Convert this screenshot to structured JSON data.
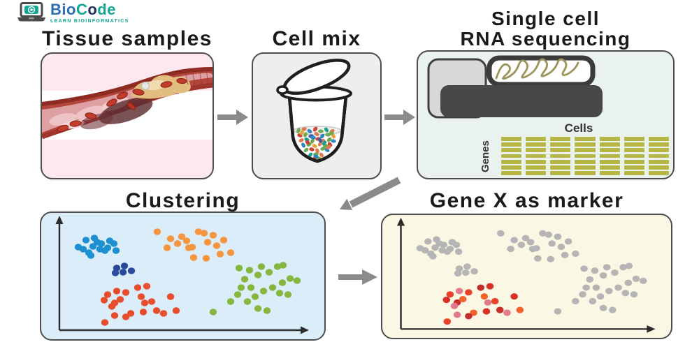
{
  "logo": {
    "brand_title": "BioCode",
    "brand_parts": [
      {
        "t": "Bi",
        "c": "#2a6cb3"
      },
      {
        "t": "o",
        "c": "#2a6cb3"
      },
      {
        "t": "C",
        "c": "#12a693"
      },
      {
        "t": "o",
        "c": "#20315f"
      },
      {
        "t": "de",
        "c": "#12a693"
      }
    ],
    "tagline": "LEARN BIOINFORMATICS"
  },
  "titles": {
    "tissue": "Tissue samples",
    "cellmix": "Cell mix",
    "rnaseq_line1": "Single cell",
    "rnaseq_line2": "RNA sequencing",
    "clustering": "Clustering",
    "genex": "Gene X as marker"
  },
  "rnaseq": {
    "cells_label": "Cells",
    "genes_label": "Genes",
    "matrix": {
      "rows": 7,
      "cols": 7,
      "bar_color": "#b6b646"
    }
  },
  "colors": {
    "panel_pink": "#fce8ee",
    "panel_gray": "#eeeeec",
    "panel_mint": "#e9f2ec",
    "panel_blue": "#dbedf8",
    "panel_cream": "#faf7e5",
    "panel_border": "#4d4d4d",
    "arrow_gray": "#8b8b8b",
    "axis_black": "#2c2c2c",
    "title_text": "#1a1a1a",
    "matrix_olive": "#b6b646",
    "dna_olive": "#9b945b"
  },
  "scatter": {
    "axis_color": "#2c2c2c",
    "clusters": [
      {
        "name": "blue",
        "color": "#1e8fd0",
        "marker": false,
        "dots": [
          [
            53,
            49
          ],
          [
            64,
            39
          ],
          [
            76,
            36
          ],
          [
            86,
            44
          ],
          [
            74,
            48
          ],
          [
            84,
            52
          ],
          [
            68,
            57
          ],
          [
            91,
            54
          ],
          [
            104,
            44
          ],
          [
            107,
            54
          ],
          [
            95,
            50
          ],
          [
            80,
            42
          ],
          [
            60,
            52
          ],
          [
            71,
            61
          ],
          [
            98,
            40
          ]
        ]
      },
      {
        "name": "navy",
        "color": "#2a4a9d",
        "marker": false,
        "dots": [
          [
            108,
            79
          ],
          [
            119,
            76
          ],
          [
            106,
            86
          ],
          [
            117,
            85
          ],
          [
            129,
            83
          ]
        ]
      },
      {
        "name": "orange",
        "color": "#f6953f",
        "marker": false,
        "dots": [
          [
            166,
            27
          ],
          [
            185,
            37
          ],
          [
            201,
            34
          ],
          [
            208,
            40
          ],
          [
            216,
            49
          ],
          [
            225,
            27
          ],
          [
            233,
            29
          ],
          [
            246,
            32
          ],
          [
            238,
            42
          ],
          [
            251,
            47
          ],
          [
            261,
            39
          ],
          [
            271,
            57
          ],
          [
            256,
            59
          ],
          [
            218,
            64
          ],
          [
            236,
            65
          ],
          [
            180,
            50
          ],
          [
            195,
            44
          ],
          [
            211,
            50
          ]
        ]
      },
      {
        "name": "red",
        "color": "#e84e2e",
        "marker": true,
        "dots": [
          [
            108,
            112
          ],
          [
            95,
            117
          ],
          [
            105,
            129
          ],
          [
            90,
            125
          ],
          [
            113,
            124
          ],
          [
            101,
            134
          ],
          [
            121,
            114
          ],
          [
            138,
            107
          ],
          [
            151,
            105
          ],
          [
            143,
            120
          ],
          [
            148,
            129
          ],
          [
            158,
            127
          ],
          [
            165,
            140
          ],
          [
            146,
            142
          ],
          [
            128,
            144
          ],
          [
            105,
            147
          ],
          [
            91,
            157
          ],
          [
            121,
            149
          ],
          [
            185,
            120
          ],
          [
            193,
            140
          ],
          [
            175,
            144
          ]
        ]
      },
      {
        "name": "green",
        "color": "#85b73f",
        "marker": false,
        "dots": [
          [
            246,
            142
          ],
          [
            271,
            127
          ],
          [
            281,
            117
          ],
          [
            291,
            95
          ],
          [
            283,
            79
          ],
          [
            298,
            82
          ],
          [
            310,
            89
          ],
          [
            315,
            77
          ],
          [
            326,
            85
          ],
          [
            338,
            77
          ],
          [
            346,
            75
          ],
          [
            356,
            94
          ],
          [
            366,
            97
          ],
          [
            345,
            100
          ],
          [
            331,
            107
          ],
          [
            318,
            112
          ],
          [
            306,
            120
          ],
          [
            295,
            127
          ],
          [
            310,
            137
          ],
          [
            323,
            140
          ],
          [
            341,
            115
          ],
          [
            353,
            117
          ],
          [
            286,
            107
          ],
          [
            300,
            107
          ]
        ]
      }
    ],
    "genex_gray": "#b5b5b5",
    "genex_marker_palette": [
      "#e8432a",
      "#f2622d",
      "#c3302b",
      "#e2798f",
      "#d93025"
    ]
  },
  "tube": {
    "palette": [
      "#6fa84f",
      "#e0784f",
      "#2e86c1",
      "#cb4335",
      "#17a08b",
      "#3f5fa8",
      "#e8a13c"
    ],
    "dots": [
      [
        65,
        110,
        0
      ],
      [
        73,
        108,
        1
      ],
      [
        81,
        111,
        2
      ],
      [
        89,
        108,
        3
      ],
      [
        97,
        111,
        0
      ],
      [
        105,
        109,
        4
      ],
      [
        113,
        111,
        1
      ],
      [
        67,
        117,
        3
      ],
      [
        75,
        116,
        0
      ],
      [
        83,
        118,
        5
      ],
      [
        91,
        115,
        1
      ],
      [
        99,
        118,
        2
      ],
      [
        107,
        116,
        0
      ],
      [
        115,
        118,
        6
      ],
      [
        69,
        124,
        1
      ],
      [
        77,
        123,
        4
      ],
      [
        85,
        125,
        0
      ],
      [
        93,
        122,
        3
      ],
      [
        101,
        125,
        1
      ],
      [
        109,
        123,
        0
      ],
      [
        115,
        125,
        2
      ],
      [
        72,
        131,
        2
      ],
      [
        80,
        130,
        0
      ],
      [
        88,
        132,
        6
      ],
      [
        96,
        129,
        1
      ],
      [
        104,
        132,
        0
      ],
      [
        110,
        130,
        3
      ],
      [
        76,
        138,
        0
      ],
      [
        84,
        137,
        3
      ],
      [
        92,
        139,
        1
      ],
      [
        100,
        136,
        0
      ],
      [
        106,
        138,
        2
      ],
      [
        82,
        145,
        4
      ],
      [
        90,
        144,
        0
      ],
      [
        98,
        145,
        1
      ],
      [
        88,
        150,
        3
      ],
      [
        94,
        150,
        0
      ],
      [
        70,
        113,
        6
      ],
      [
        112,
        114,
        0
      ],
      [
        78,
        127,
        3
      ],
      [
        102,
        128,
        4
      ],
      [
        86,
        120,
        2
      ],
      [
        96,
        124,
        5
      ],
      [
        108,
        134,
        1
      ],
      [
        90,
        147,
        2
      ]
    ]
  }
}
